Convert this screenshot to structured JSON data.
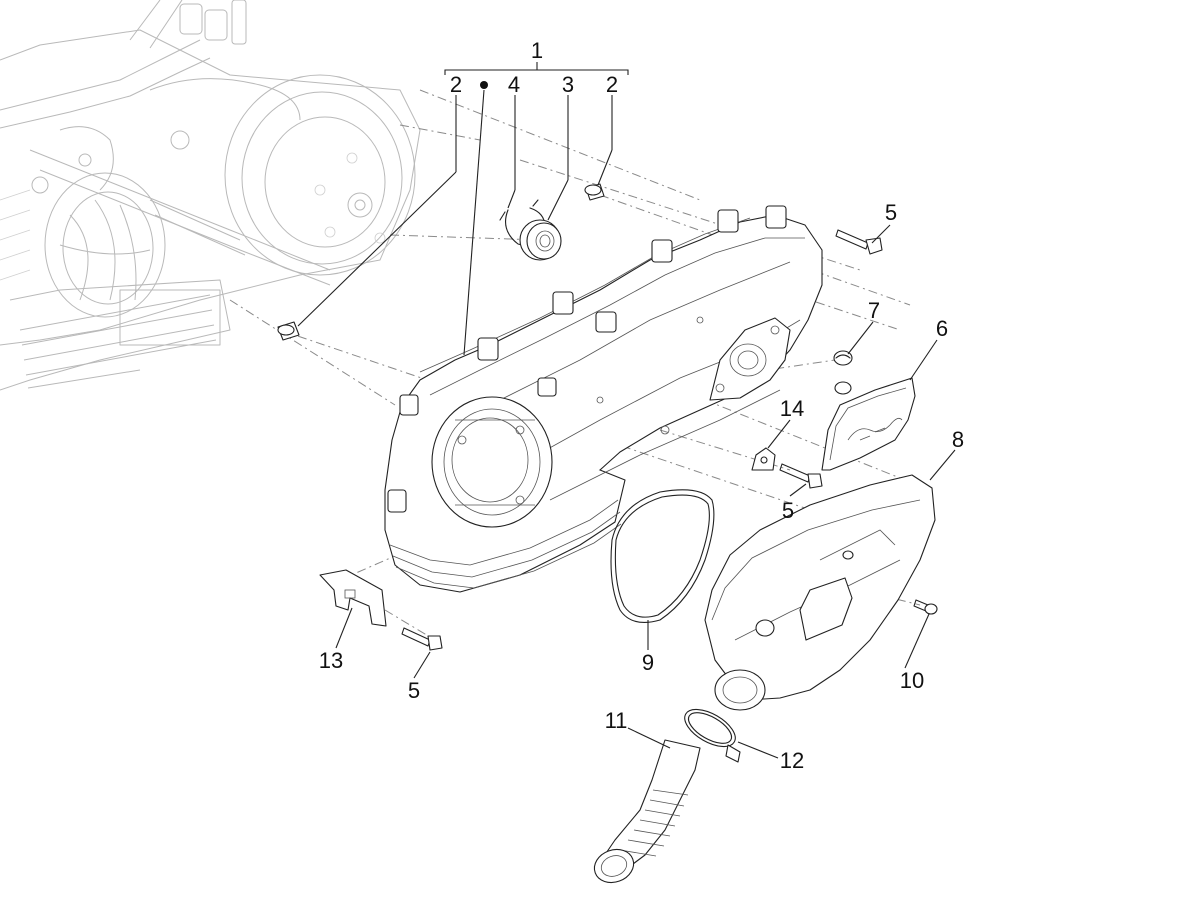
{
  "diagram": {
    "callouts": [
      {
        "id": "c1",
        "label": "1"
      },
      {
        "id": "c2a",
        "label": "2"
      },
      {
        "id": "c4",
        "label": "4"
      },
      {
        "id": "c3",
        "label": "3"
      },
      {
        "id": "c2b",
        "label": "2"
      },
      {
        "id": "c5a",
        "label": "5"
      },
      {
        "id": "c7",
        "label": "7"
      },
      {
        "id": "c6",
        "label": "6"
      },
      {
        "id": "c14",
        "label": "14"
      },
      {
        "id": "c8",
        "label": "8"
      },
      {
        "id": "c5b",
        "label": "5"
      },
      {
        "id": "c9",
        "label": "9"
      },
      {
        "id": "c10",
        "label": "10"
      },
      {
        "id": "c13",
        "label": "13"
      },
      {
        "id": "c5c",
        "label": "5"
      },
      {
        "id": "c11",
        "label": "11"
      },
      {
        "id": "c12",
        "label": "12"
      }
    ]
  }
}
